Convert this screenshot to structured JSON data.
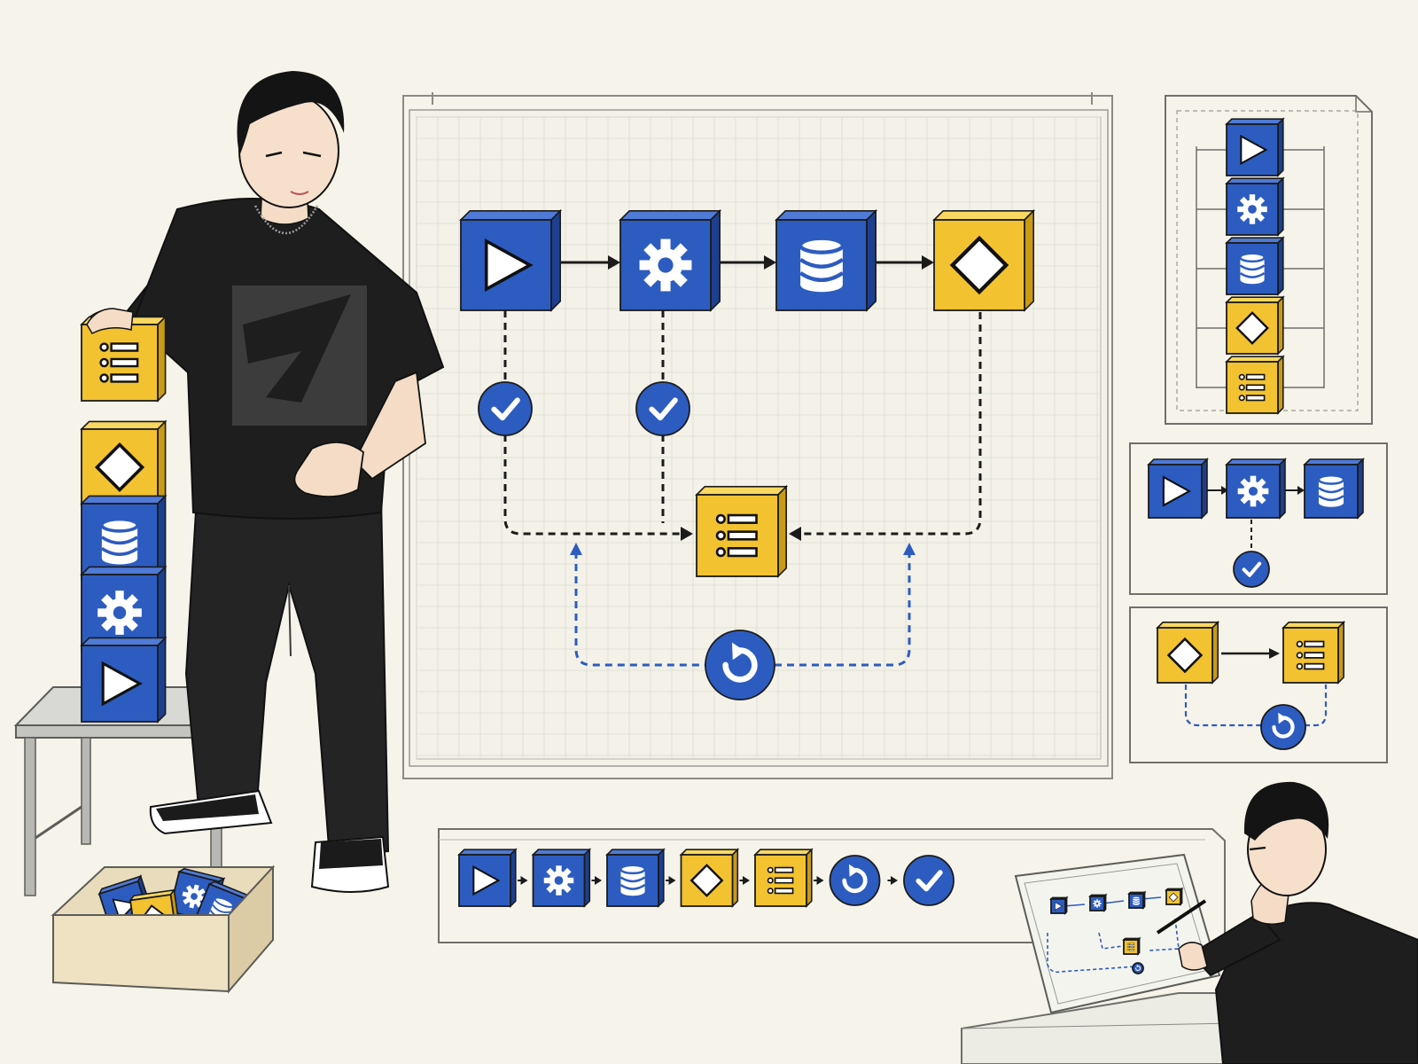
{
  "palette": {
    "background": "#f6f3ea",
    "blue": "#2d5cc0",
    "blue_dark": "#1c3f8f",
    "blue_top": "#4f7ad6",
    "yellow": "#f2c230",
    "yellow_dark": "#c99a14",
    "yellow_top": "#f8d860",
    "ink": "#1b1b1b",
    "grid": "#dcdcd2",
    "frame": "#8a8a86",
    "feedback_line": "#2d5cc0",
    "shirt": "#1e1e1e"
  },
  "block_icons": {
    "start": "play-icon",
    "process": "gear-icon",
    "data": "database-icon",
    "decision": "diamond-icon",
    "output": "list-icon",
    "retry": "refresh-icon",
    "done": "check-icon"
  },
  "main_workflow": {
    "top_row": [
      "start",
      "process",
      "data",
      "decision"
    ],
    "validation_checks": [
      "start",
      "process"
    ],
    "merge_target": "output",
    "feedback_loop": "retry"
  },
  "stacked_tower": [
    "start",
    "process",
    "data",
    "decision",
    "output"
  ],
  "vertical_preview_panel": [
    "start",
    "process",
    "data",
    "decision",
    "output"
  ],
  "mini_panel_1": {
    "row": [
      "start",
      "process",
      "data"
    ],
    "check_after": "process"
  },
  "mini_panel_2": {
    "row": [
      "decision",
      "output"
    ],
    "loop": "retry"
  },
  "bottom_timeline": [
    "start",
    "process",
    "data",
    "decision",
    "output",
    "retry",
    "done"
  ],
  "parts_box": [
    "start",
    "process",
    "decision",
    "data"
  ],
  "sketch_tablet": {
    "row": [
      "start",
      "process",
      "data",
      "decision"
    ],
    "merge": "output",
    "loop": "retry"
  }
}
